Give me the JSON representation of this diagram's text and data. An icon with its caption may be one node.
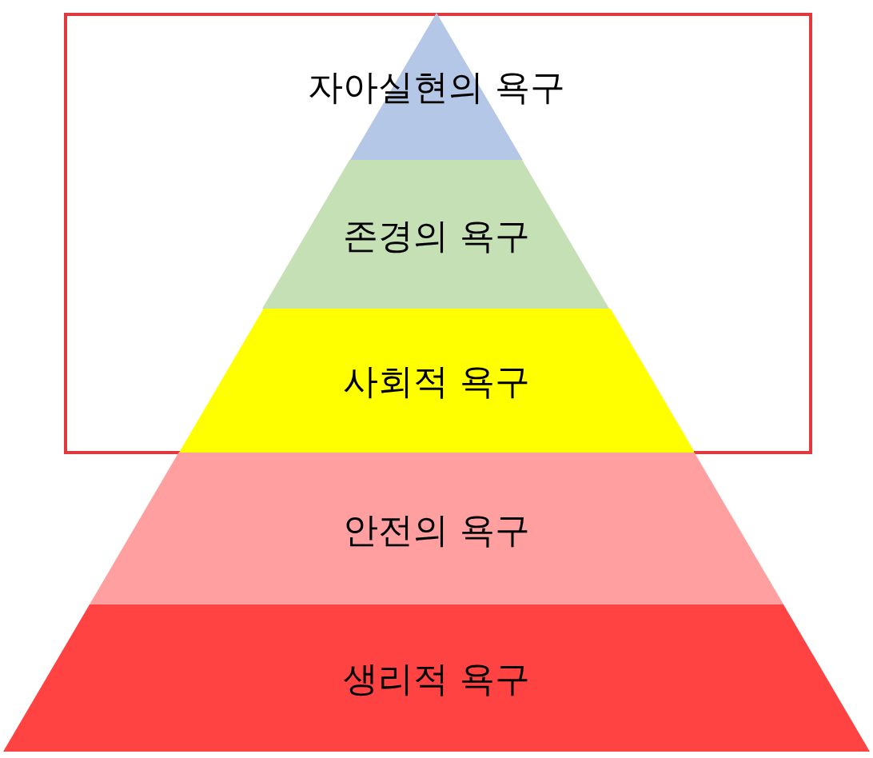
{
  "diagram": {
    "nodes": [
      {
        "text": [],
        "shape": "box"
      },
      {
        "text": [
          "자아실현의 욕구"
        ],
        "in": 0
      },
      {
        "text": [
          "존경의 욕구"
        ],
        "in": 0
      },
      {
        "text": [
          "사회적 욕구"
        ],
        "in": 0
      },
      {
        "text": [
          "안전의 욕구"
        ]
      },
      {
        "text": [
          "생리적 욕구"
        ]
      }
    ],
    "edges": []
  }
}
